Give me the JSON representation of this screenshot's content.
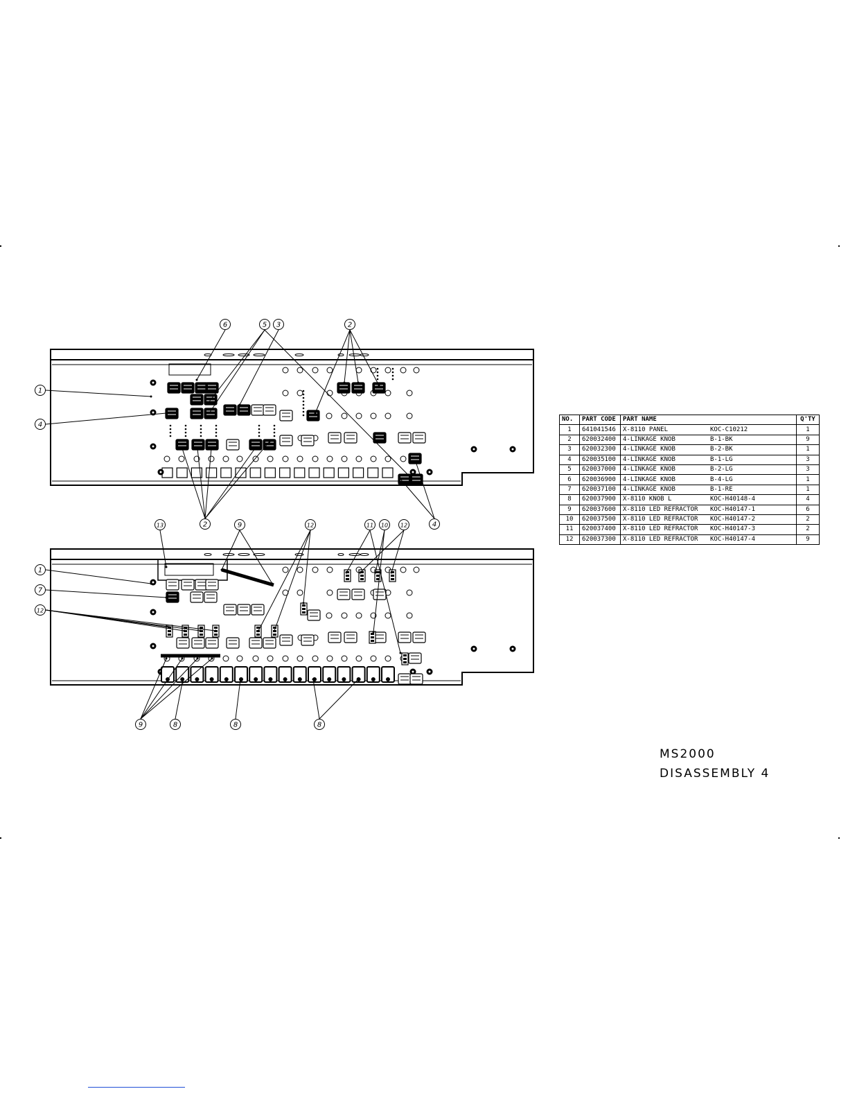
{
  "callouts": {
    "upper_top": [
      "6",
      "5",
      "3",
      "2"
    ],
    "upper_left": [
      "1",
      "4"
    ],
    "upper_bottom": [
      "2",
      "4"
    ],
    "lower_top": [
      "13",
      "9",
      "12",
      "11",
      "10",
      "12"
    ],
    "lower_left": [
      "1",
      "7",
      "12"
    ],
    "lower_bottom": [
      "9",
      "8",
      "8",
      "8"
    ]
  },
  "bom": {
    "headers": [
      "NO.",
      "PART CODE",
      "PART NAME",
      "",
      "Q'TY"
    ],
    "rows": [
      {
        "no": "1",
        "code": "641041546",
        "name": "X-8110 PANEL",
        "spec": "KOC-C10212",
        "qty": "1"
      },
      {
        "no": "2",
        "code": "620032400",
        "name": "4-LINKAGE KNOB",
        "spec": "B-1-BK",
        "qty": "9"
      },
      {
        "no": "3",
        "code": "620032300",
        "name": "4-LINKAGE KNOB",
        "spec": "B-2-BK",
        "qty": "1"
      },
      {
        "no": "4",
        "code": "620035100",
        "name": "4-LINKAGE KNOB",
        "spec": "B-1-LG",
        "qty": "3"
      },
      {
        "no": "5",
        "code": "620037000",
        "name": "4-LINKAGE KNOB",
        "spec": "B-2-LG",
        "qty": "3"
      },
      {
        "no": "6",
        "code": "620036900",
        "name": "4-LINKAGE KNOB",
        "spec": "B-4-LG",
        "qty": "1"
      },
      {
        "no": "7",
        "code": "620037100",
        "name": "4-LINKAGE KNOB",
        "spec": "B-1-RE",
        "qty": "1"
      },
      {
        "no": "8",
        "code": "620037900",
        "name": "X-8110 KNOB L",
        "spec": "KOC-H40148-4",
        "qty": "4"
      },
      {
        "no": "9",
        "code": "620037600",
        "name": "X-8110 LED REFRACTOR",
        "spec": "KOC-H40147-1",
        "qty": "6"
      },
      {
        "no": "10",
        "code": "620037500",
        "name": "X-8110 LED REFRACTOR",
        "spec": "KOC-H40147-2",
        "qty": "2"
      },
      {
        "no": "11",
        "code": "620037400",
        "name": "X-8110 LED REFRACTOR",
        "spec": "KOC-H40147-3",
        "qty": "2"
      },
      {
        "no": "12",
        "code": "620037300",
        "name": "X-8110 LED REFRACTOR",
        "spec": "KOC-H40147-4",
        "qty": "9"
      }
    ]
  },
  "title_block": {
    "model": "MS2000",
    "sheet": "DISASSEMBLY 4"
  },
  "colors": {
    "ink": "#000000",
    "paper": "#ffffff",
    "link": "#1f4fd6"
  }
}
